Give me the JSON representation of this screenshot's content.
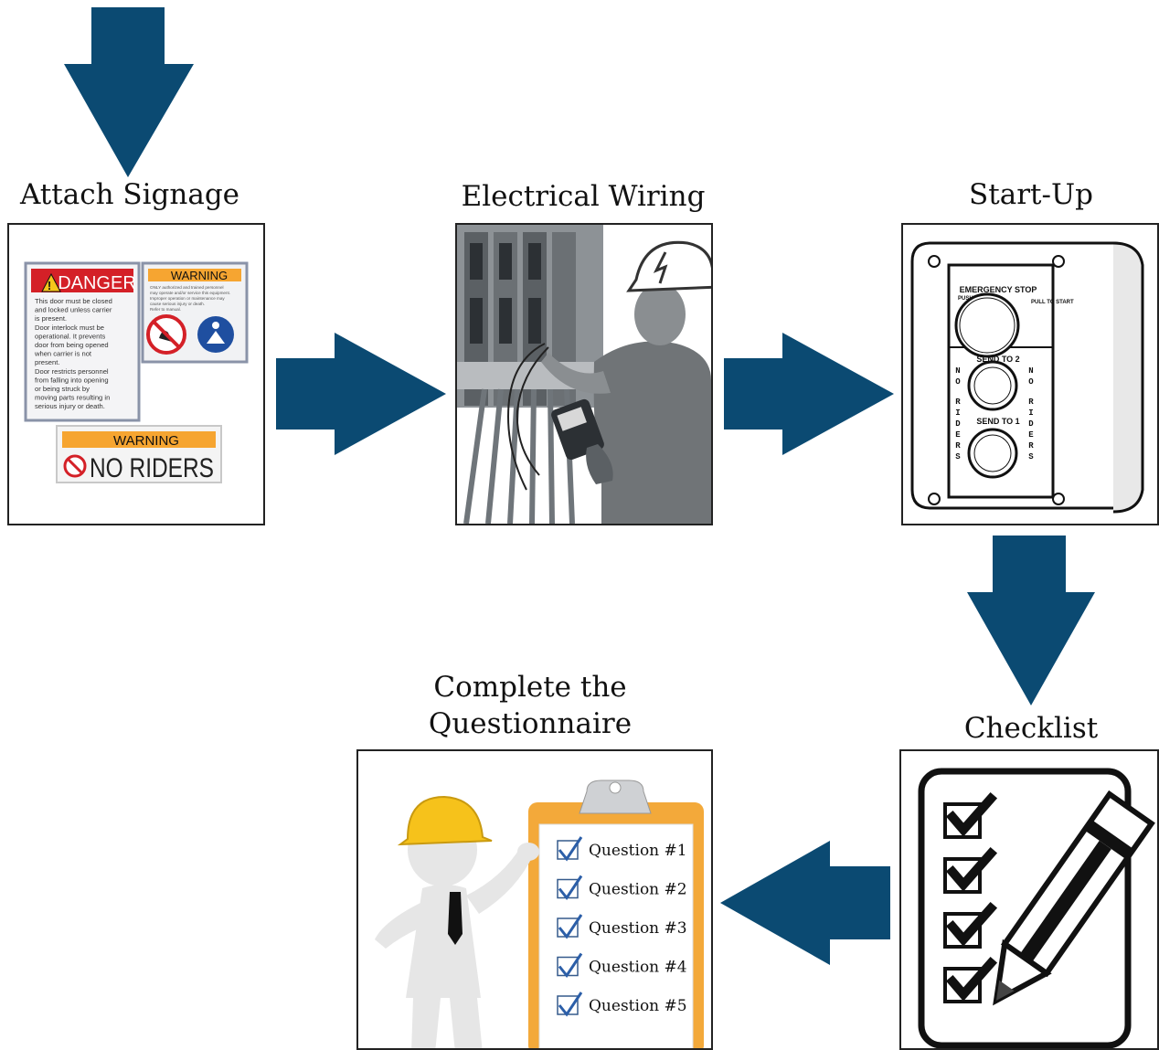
{
  "colors": {
    "arrow": "#0b4a72",
    "panel_border": "#222222"
  },
  "steps": {
    "signage": {
      "title": "Attach Signage",
      "danger_header": "DANGER",
      "danger_lines": [
        "This door must be closed",
        "and locked unless carrier",
        "is present.",
        "Door interlock must be",
        "operational. It prevents",
        "door from being opened",
        "when carrier is not",
        "present.",
        "Door restricts personnel",
        "from falling into opening",
        "or being struck by",
        "moving parts resulting in",
        "serious injury or death."
      ],
      "warning_header": "WARNING",
      "warning_lines": [
        "ONLY authorized and trained personnel",
        "may operate and/or service this equipment.",
        "Improper operation or maintenance may",
        "cause serious injury or death.",
        "Refer to manual."
      ],
      "no_riders_header": "WARNING",
      "no_riders_text": "NO RIDERS"
    },
    "wiring": {
      "title": "Electrical Wiring"
    },
    "startup": {
      "title": "Start-Up",
      "emergency_stop": "EMERGENCY STOP",
      "push": "PUSH",
      "pull_to_start": "PULL TO START",
      "send_to_2": "SEND TO 2",
      "send_to_1": "SEND TO 1",
      "no_riders_vertical": "NO RIDERS"
    },
    "checklist": {
      "title": "Checklist"
    },
    "questionnaire": {
      "title_line1": "Complete the",
      "title_line2": "Questionnaire",
      "questions": [
        "Question #1",
        "Question #2",
        "Question #3",
        "Question #4",
        "Question #5"
      ]
    }
  }
}
